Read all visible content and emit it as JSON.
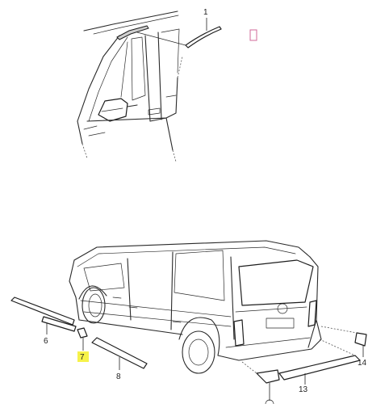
{
  "diagram": {
    "top_view": {
      "callouts": [
        {
          "label": "1"
        }
      ]
    },
    "bottom_view": {
      "callouts": [
        {
          "label": "6"
        },
        {
          "label": "7",
          "highlight_color": "#f6f24a"
        },
        {
          "label": "8"
        },
        {
          "label": "13"
        },
        {
          "label": "14"
        }
      ]
    },
    "colors": {
      "line": "#2a2a2a",
      "highlight": "#f6f24a",
      "marker": "#d06a9a"
    }
  }
}
